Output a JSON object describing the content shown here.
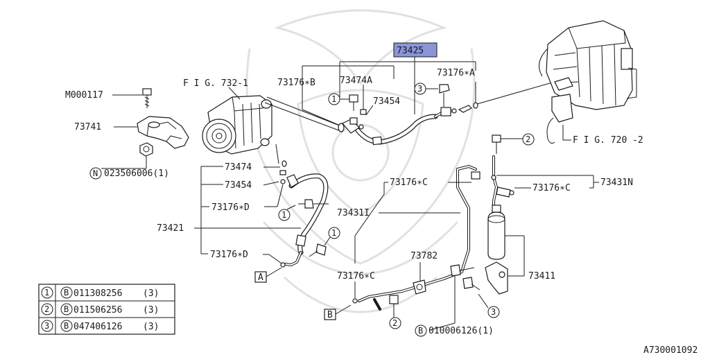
{
  "highlight_color": "#8b95d8",
  "labels": {
    "main_part": "73425",
    "fig_732": "F I G. 732-1",
    "fig_720": "F I G. 720 -2",
    "m000117": "M000117",
    "p73741": "73741",
    "nut_ref": "023506006(1)",
    "p73176B": "73176∗B",
    "p73474A": "73474A",
    "p73454_top": "73454",
    "p73176A": "73176∗A",
    "p73474": "73474",
    "p73454": "73454",
    "p73176D_1": "73176∗D",
    "p73421": "73421",
    "p73176D_2": "73176∗D",
    "p73176C_1": "73176∗C",
    "p73431I": "73431I",
    "p73176C_2": "73176∗C",
    "p73431N": "73431N",
    "p73176C_3": "73176∗C",
    "p73782": "73782",
    "p73411": "73411",
    "bolt_ref": "010006126(1)",
    "conn_a": "A",
    "conn_b": "B",
    "image_code": "A730001092"
  },
  "callouts": {
    "n1": "1",
    "n2": "2",
    "n3": "3",
    "N": "N",
    "B": "B"
  },
  "legend": [
    {
      "num": "1",
      "prefix": "B",
      "code": "011308256",
      "qty": "(3)"
    },
    {
      "num": "2",
      "prefix": "B",
      "code": "011506256",
      "qty": "(3)"
    },
    {
      "num": "3",
      "prefix": "B",
      "code": "047406126",
      "qty": "(3)"
    }
  ]
}
